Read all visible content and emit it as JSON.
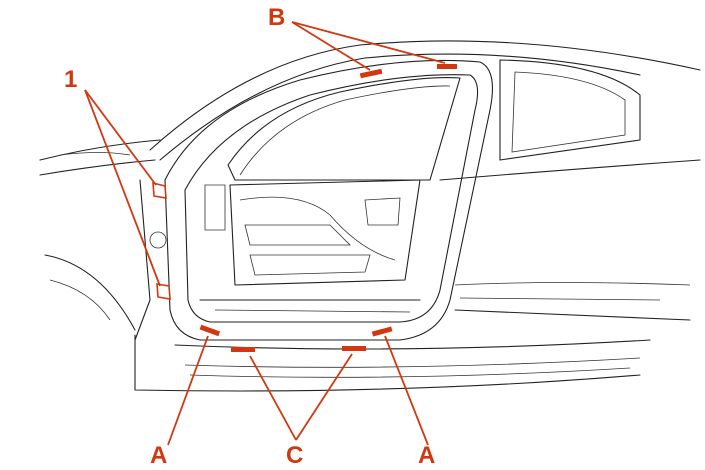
{
  "diagram": {
    "subject": "vehicle-body-door-opening",
    "accent_color": "#d2380f",
    "labels": {
      "clips": "1",
      "top_markers": "B",
      "sill_left": "A",
      "sill_center": "C",
      "sill_right": "A"
    }
  }
}
